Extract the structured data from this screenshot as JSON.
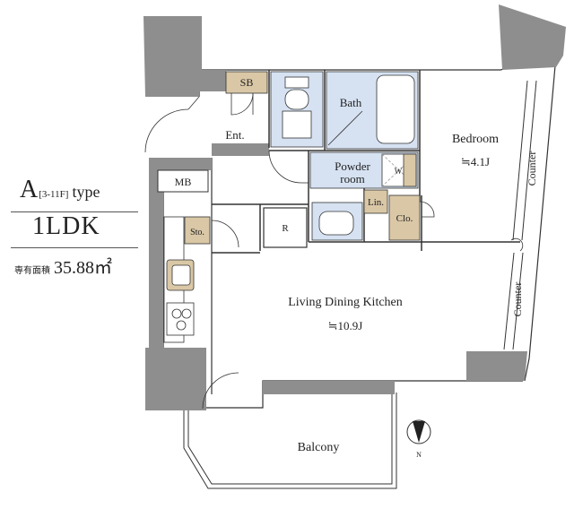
{
  "unit": {
    "letter": "A",
    "floors": "[3-11F]",
    "type_word": "type",
    "layout": "1LDK",
    "area_label": "専有面積",
    "area": "35.88㎡"
  },
  "rooms": {
    "sb": "SB",
    "bath": "Bath",
    "entrance": "Ent.",
    "bedroom": "Bedroom",
    "bedroom_size": "≒4.1J",
    "powder_line1": "Powder",
    "powder_line2": "room",
    "washer": "W",
    "linen": "Lin.",
    "closet": "Clo.",
    "mb": "MB",
    "storage": "Sto.",
    "fridge": "R",
    "ldk": "Living Dining Kitchen",
    "ldk_size": "≒10.9J",
    "balcony": "Balcony",
    "counter_top": "Counter",
    "counter_bottom": "Counter"
  },
  "compass": {
    "north": "N"
  },
  "colors": {
    "wall": "#8e8e8e",
    "wet_area": "#d6e2f2",
    "storage": "#d9c7a6",
    "line": "#333333"
  }
}
